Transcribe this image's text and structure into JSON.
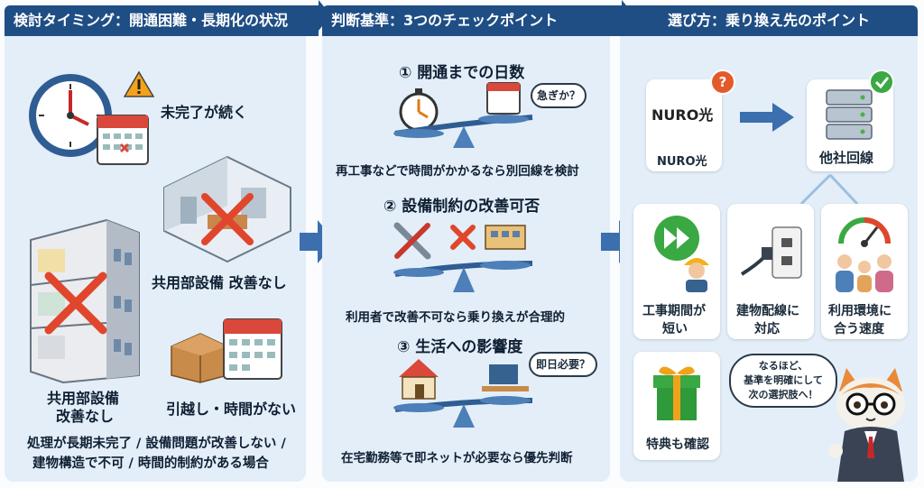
{
  "sections": {
    "timing": {
      "title": "検討タイミング：開通困難・長期化の状況",
      "incomplete": "未完了が続く",
      "common_facility_right": "共用部設備 改善なし",
      "common_facility_left_1": "共用部設備",
      "common_facility_left_2": "改善なし",
      "moving": "引越し・時間がない",
      "summary_1": "処理が長期未完了 / 設備問題が改善しない /",
      "summary_2": "建物構造で不可 / 時間的制約がある場合"
    },
    "criteria": {
      "title": "判断基準：3つのチェックポイント",
      "item1_title": "① 開通までの日数",
      "item1_bubble": "急ぎか？",
      "item1_desc": "再工事などで時間がかかるなら別回線を検討",
      "item2_title": "② 設備制約の改善可否",
      "item2_desc": "利用者で改善不可なら乗り換えが合理的",
      "item3_title": "③ 生活への影響度",
      "item3_bubble": "即日必要？",
      "item3_desc": "在宅勤務等で即ネットが必要なら優先判断"
    },
    "choice": {
      "title": "選び方：乗り換え先のポイント",
      "nuro_logo": "NURO光",
      "nuro_label": "NURO光",
      "other_label": "他社回線",
      "card1_1": "工事期間が",
      "card1_2": "短い",
      "card2_1": "建物配線に",
      "card2_2": "対応",
      "card3_1": "利用環境に",
      "card3_2": "合う速度",
      "gift_label": "特典も確認",
      "cat_1": "なるほど、",
      "cat_2": "基準を明確にして",
      "cat_3": "次の選択肢へ！"
    }
  },
  "colors": {
    "banner": "#1f4e85",
    "panel": "#e3eef8",
    "accent_red": "#e0462c",
    "accent_green": "#3aa843",
    "arrow_blue": "#3b6fae"
  },
  "icons": [
    "clock-icon",
    "calendar-icon",
    "warning-icon",
    "apartment-icon",
    "room-icon",
    "box-icon",
    "stopwatch-icon",
    "balance-icon",
    "wrench-icon",
    "house-icon",
    "desk-icon",
    "server-icon",
    "fast-forward-icon",
    "worker-icon",
    "plug-icon",
    "speedometer-icon",
    "family-icon",
    "gift-icon",
    "cat-mascot-icon"
  ]
}
